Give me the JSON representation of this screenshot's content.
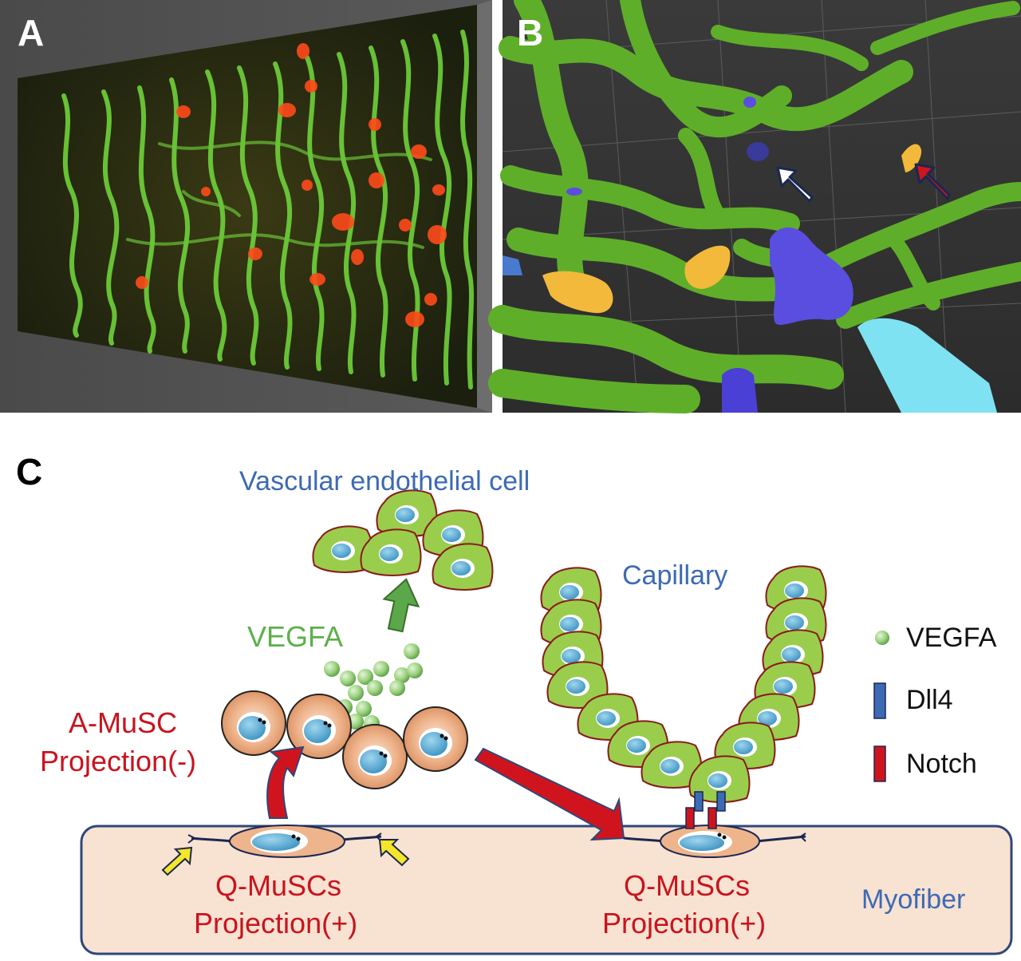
{
  "panels": {
    "a": {
      "label": "A"
    },
    "b": {
      "label": "B"
    },
    "c": {
      "label": "C"
    }
  },
  "diagram": {
    "vascular_endothelial_cell": "Vascular endothelial cell",
    "capillary": "Capillary",
    "vegfa_center": "VEGFA",
    "a_musc": "A-MuSC",
    "a_musc_projection": "Projection(-)",
    "q_muscs_left": "Q-MuSCs",
    "q_muscs_left_projection": "Projection(+)",
    "q_muscs_right": "Q-MuSCs",
    "q_muscs_right_projection": "Projection(+)",
    "myofiber": "Myofiber"
  },
  "legend": {
    "items": [
      {
        "label": "VEGFA",
        "symbol": "green-sphere"
      },
      {
        "label": "Dll4",
        "symbol": "blue-bar"
      },
      {
        "label": "Notch",
        "symbol": "red-bar"
      }
    ]
  },
  "colors": {
    "label_blue": "#3d6ab4",
    "label_red": "#c8141e",
    "label_green": "#5cb04a",
    "endothelial_fill": "#9acd4c",
    "musc_fill": "#eab08a",
    "nucleus": "#4aa6cf",
    "myofiber_fill": "#f8e2d2",
    "arrow_red": "#d0141e",
    "arrow_green": "#5aa84a"
  }
}
